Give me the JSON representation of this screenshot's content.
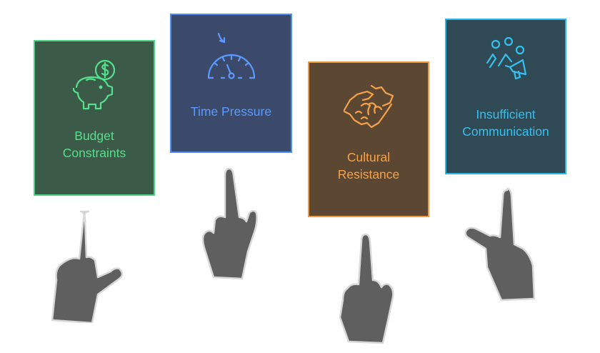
{
  "cards": [
    {
      "id": "budget",
      "line1": "Budget",
      "line2": "Constraints",
      "icon": "piggy-bank-dollar-icon",
      "color": "#54e08c"
    },
    {
      "id": "time",
      "line1": "Time Pressure",
      "line2": "",
      "icon": "speedometer-gauge-icon",
      "color": "#5b9bff"
    },
    {
      "id": "culture",
      "line1": "Cultural",
      "line2": "Resistance",
      "icon": "handshake-icon",
      "color": "#f5a24a"
    },
    {
      "id": "comm",
      "line1": "Insufficient",
      "line2": "Communication",
      "icon": "people-megaphone-icon",
      "color": "#35c0f0"
    }
  ],
  "hands": [
    {
      "icon": "pointing-hand-icon",
      "color": "#5f5f5f"
    }
  ]
}
